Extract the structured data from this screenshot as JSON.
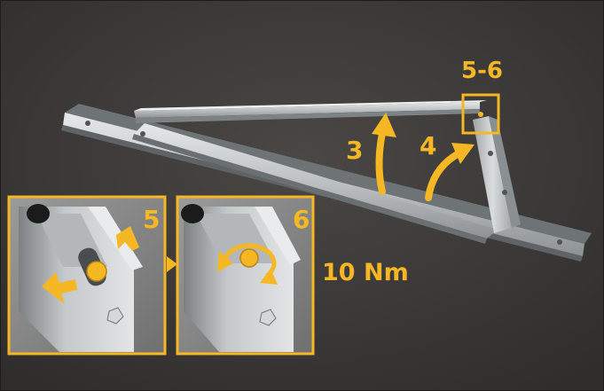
{
  "steps": {
    "main_step_a": "3",
    "main_step_b": "4",
    "detail_target": "5-6",
    "inset_left_step": "5",
    "inset_right_step": "6"
  },
  "torque": "10 Nm",
  "colors": {
    "accent": "#f5b724",
    "background": "#3a3837",
    "metal": "#c9cccd",
    "inset_background": "#8a8b8a"
  },
  "icons": {
    "push_arrow": "arrow-icon",
    "rotate": "rotate-icon",
    "bolt": "bolt-icon",
    "pointer": "pointer-triangle-icon"
  }
}
